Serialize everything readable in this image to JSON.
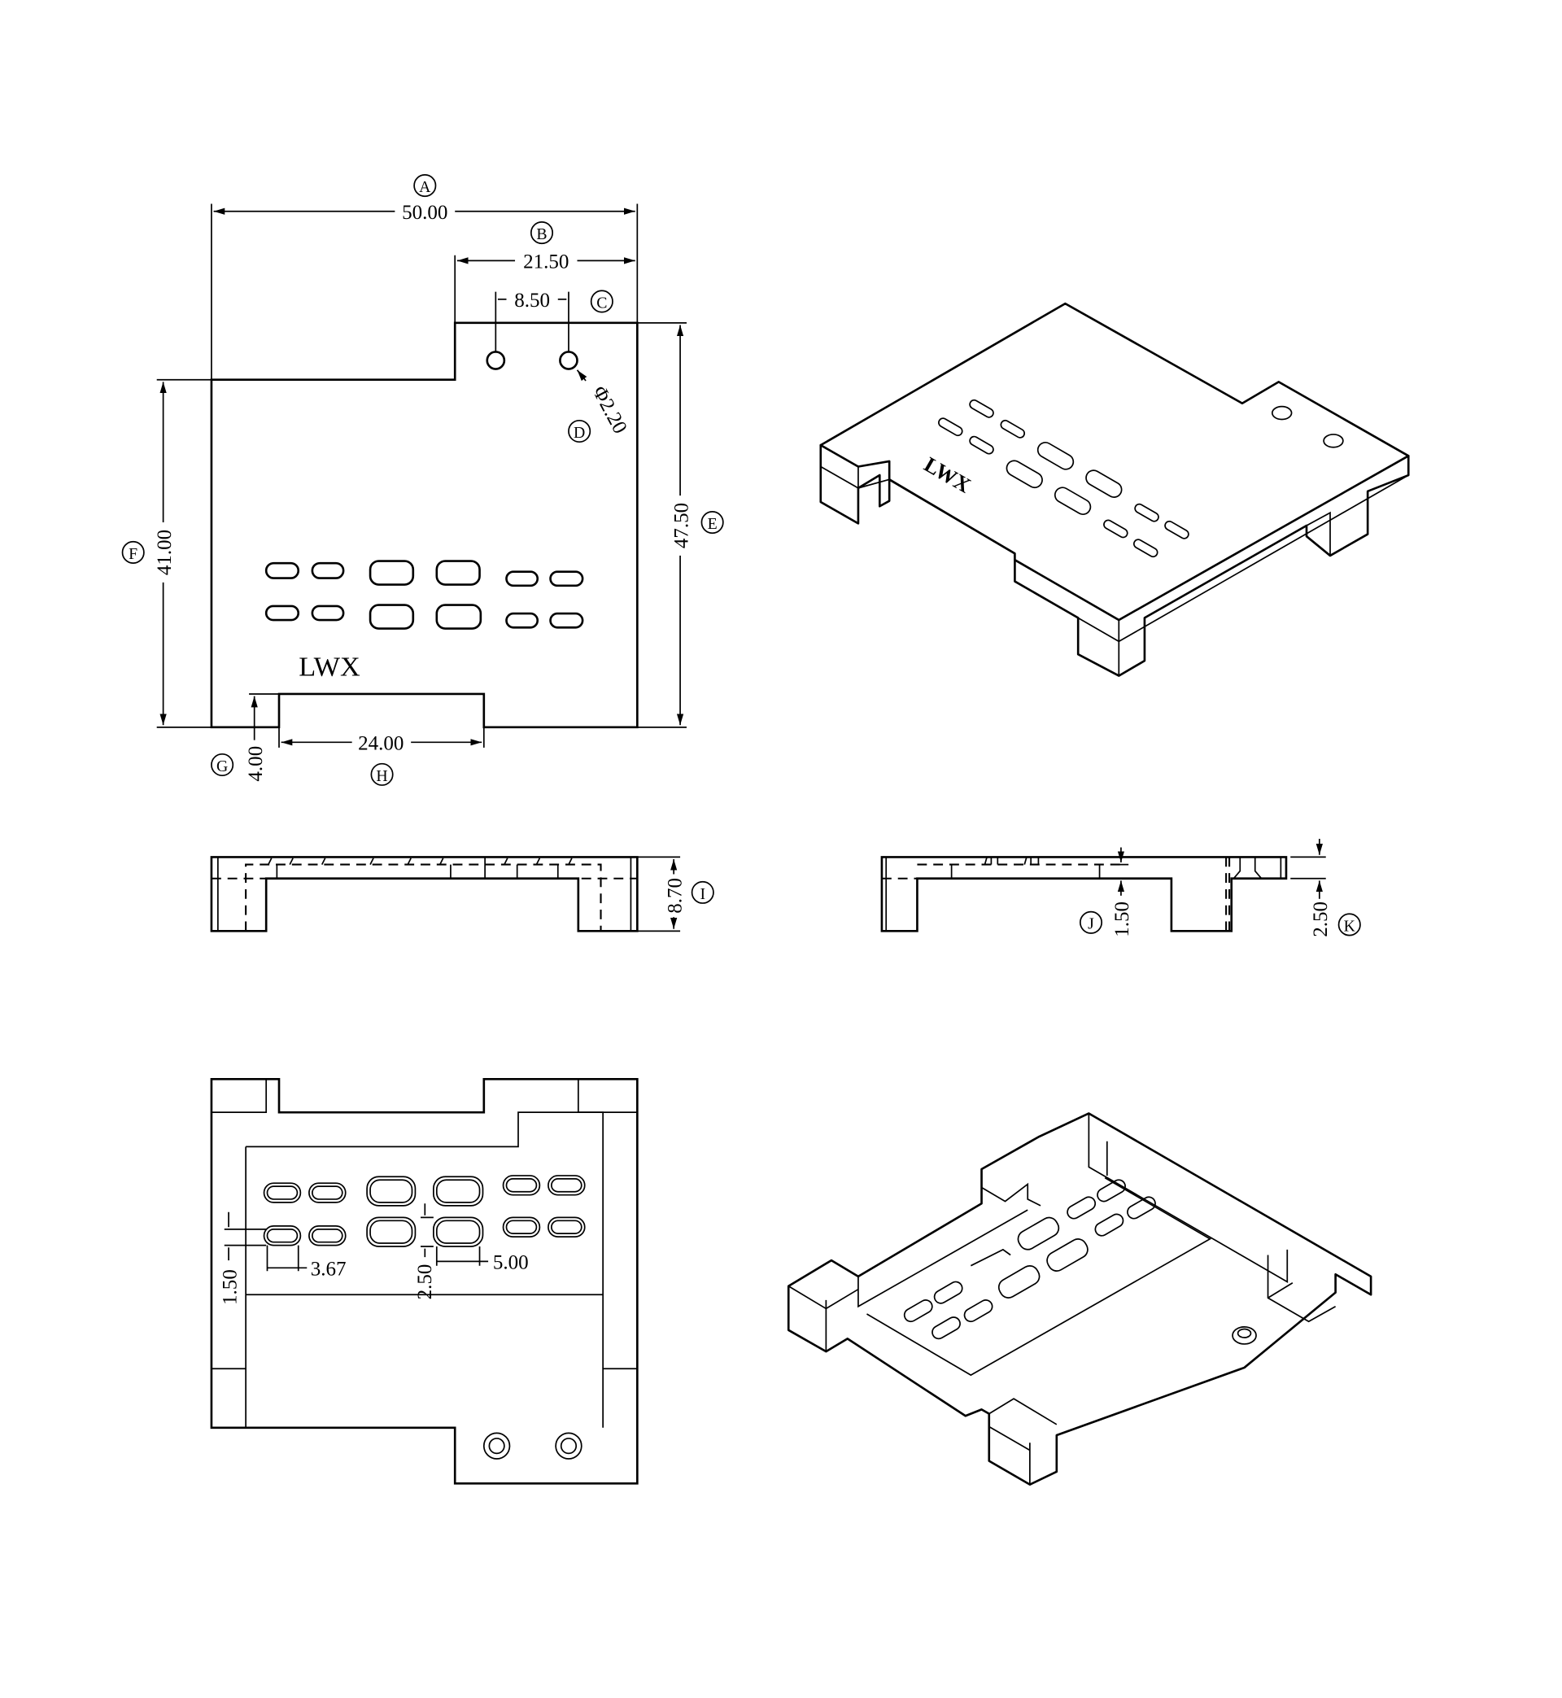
{
  "drawing": {
    "marking": "LWX",
    "callouts": {
      "A": "A",
      "B": "B",
      "C": "C",
      "D": "D",
      "E": "E",
      "F": "F",
      "G": "G",
      "H": "H",
      "I": "I",
      "J": "J",
      "K": "K"
    },
    "dimensions": {
      "A": "50.00",
      "B": "21.50",
      "C": "8.50",
      "D": "Φ2.20",
      "E": "47.50",
      "F": "41.00",
      "G": "4.00",
      "H": "24.00",
      "I": "8.70",
      "J": "1.50",
      "K": "2.50"
    },
    "bottom_view_dimensions": {
      "slot_height_small": "1.50",
      "slot_width_small": "3.67",
      "slot_height_large": "2.50",
      "slot_width_large": "5.00"
    }
  }
}
